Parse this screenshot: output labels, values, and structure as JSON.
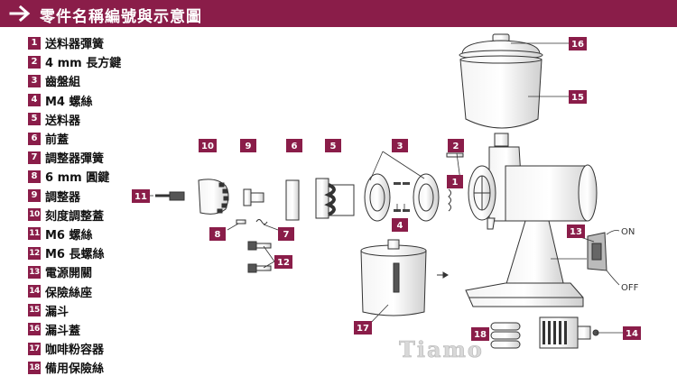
{
  "header": {
    "title": "零件名稱編號與示意圖"
  },
  "parts": [
    {
      "num": "1",
      "label": "送料器彈簧"
    },
    {
      "num": "2",
      "label": "4 mm 長方鍵"
    },
    {
      "num": "3",
      "label": "齒盤組"
    },
    {
      "num": "4",
      "label": "M4 螺絲"
    },
    {
      "num": "5",
      "label": "送料器"
    },
    {
      "num": "6",
      "label": "前蓋"
    },
    {
      "num": "7",
      "label": "調整器彈簧"
    },
    {
      "num": "8",
      "label": "6 mm 圓鍵"
    },
    {
      "num": "9",
      "label": "調整器"
    },
    {
      "num": "10",
      "label": "刻度調整蓋"
    },
    {
      "num": "11",
      "label": "M6 螺絲"
    },
    {
      "num": "12",
      "label": "M6 長螺絲"
    },
    {
      "num": "13",
      "label": "電源開關"
    },
    {
      "num": "14",
      "label": "保險絲座"
    },
    {
      "num": "15",
      "label": "漏斗"
    },
    {
      "num": "16",
      "label": "漏斗蓋"
    },
    {
      "num": "17",
      "label": "咖啡粉容器"
    },
    {
      "num": "18",
      "label": "備用保險絲"
    }
  ],
  "diagram": {
    "switch_on": "ON",
    "switch_off": "OFF",
    "brand": "Tiamo"
  },
  "colors": {
    "accent": "#8a1d49"
  }
}
